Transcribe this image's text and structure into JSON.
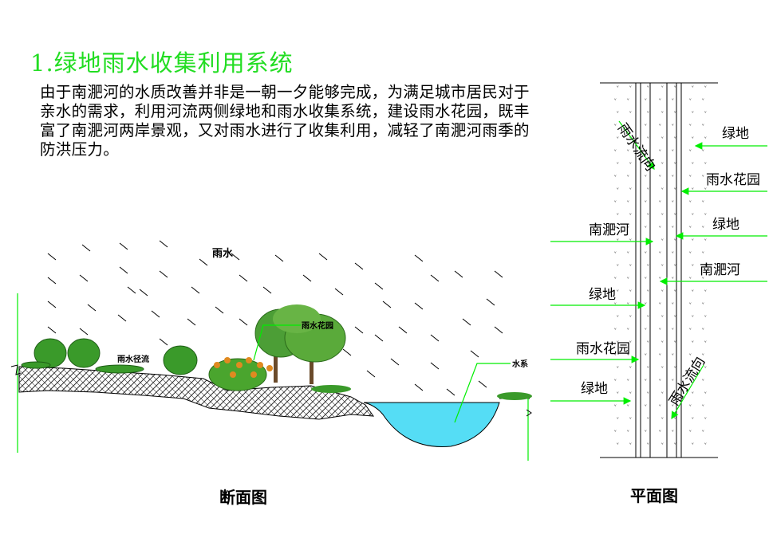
{
  "title": "1.绿地雨水收集利用系统",
  "paragraph": "由于南淝河的水质改善并非是一朝一夕能够完成，为满足城市居民对于亲水的需求，利用河流两侧绿地和雨水收集系统，建设雨水花园，既丰富了南淝河两岸景观，又对雨水进行了收集利用，减轻了南淝河雨季的防洪压力。",
  "section": {
    "caption": "断面图",
    "labels": {
      "rain": "雨水",
      "rain_path": "雨水径流",
      "rain_garden": "雨水花园",
      "water": "水系"
    }
  },
  "plan": {
    "caption": "平面图",
    "labels": {
      "flow_top": "雨水流向",
      "flow_bottom": "雨水流向",
      "right_green_1": "绿地",
      "right_garden": "雨水花园",
      "right_green_2": "绿地",
      "right_river": "南淝河",
      "left_river": "南淝河",
      "left_green_1": "绿地",
      "left_garden": "雨水花园",
      "left_green_2": "绿地"
    }
  },
  "colors": {
    "title": "#22dd22",
    "guide_lines": "#00ee00",
    "water": "#55ddf5",
    "vegetation": "#3a9a2a"
  }
}
